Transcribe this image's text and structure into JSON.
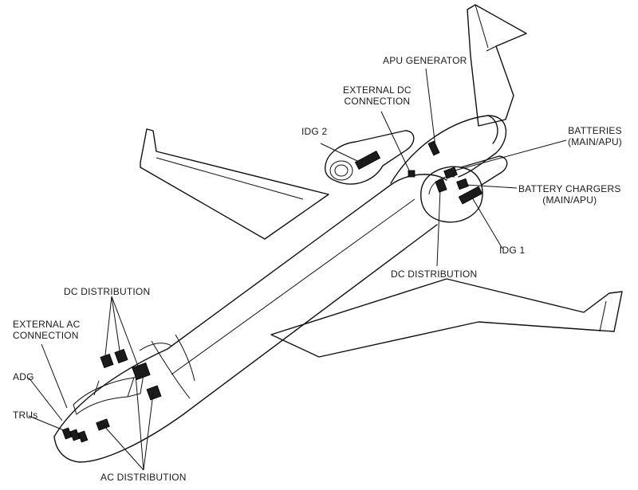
{
  "labels": {
    "apu_generator": "APU GENERATOR",
    "external_dc_connection_line1": "EXTERNAL DC",
    "external_dc_connection_line2": "CONNECTION",
    "idg2": "IDG 2",
    "batteries_line1": "BATTERIES",
    "batteries_line2": "(MAIN/APU)",
    "battery_chargers_line1": "BATTERY CHARGERS",
    "battery_chargers_line2": "(MAIN/APU)",
    "idg1": "IDG 1",
    "dc_distribution_aft": "DC DISTRIBUTION",
    "dc_distribution_fwd": "DC DISTRIBUTION",
    "external_ac_connection_line1": "EXTERNAL AC",
    "external_ac_connection_line2": "CONNECTION",
    "adg": "ADG",
    "trus": "TRUs",
    "ac_distribution": "AC DISTRIBUTION"
  },
  "colors": {
    "line": "#111111",
    "component": "#1b1b1b",
    "background": "#ffffff"
  }
}
